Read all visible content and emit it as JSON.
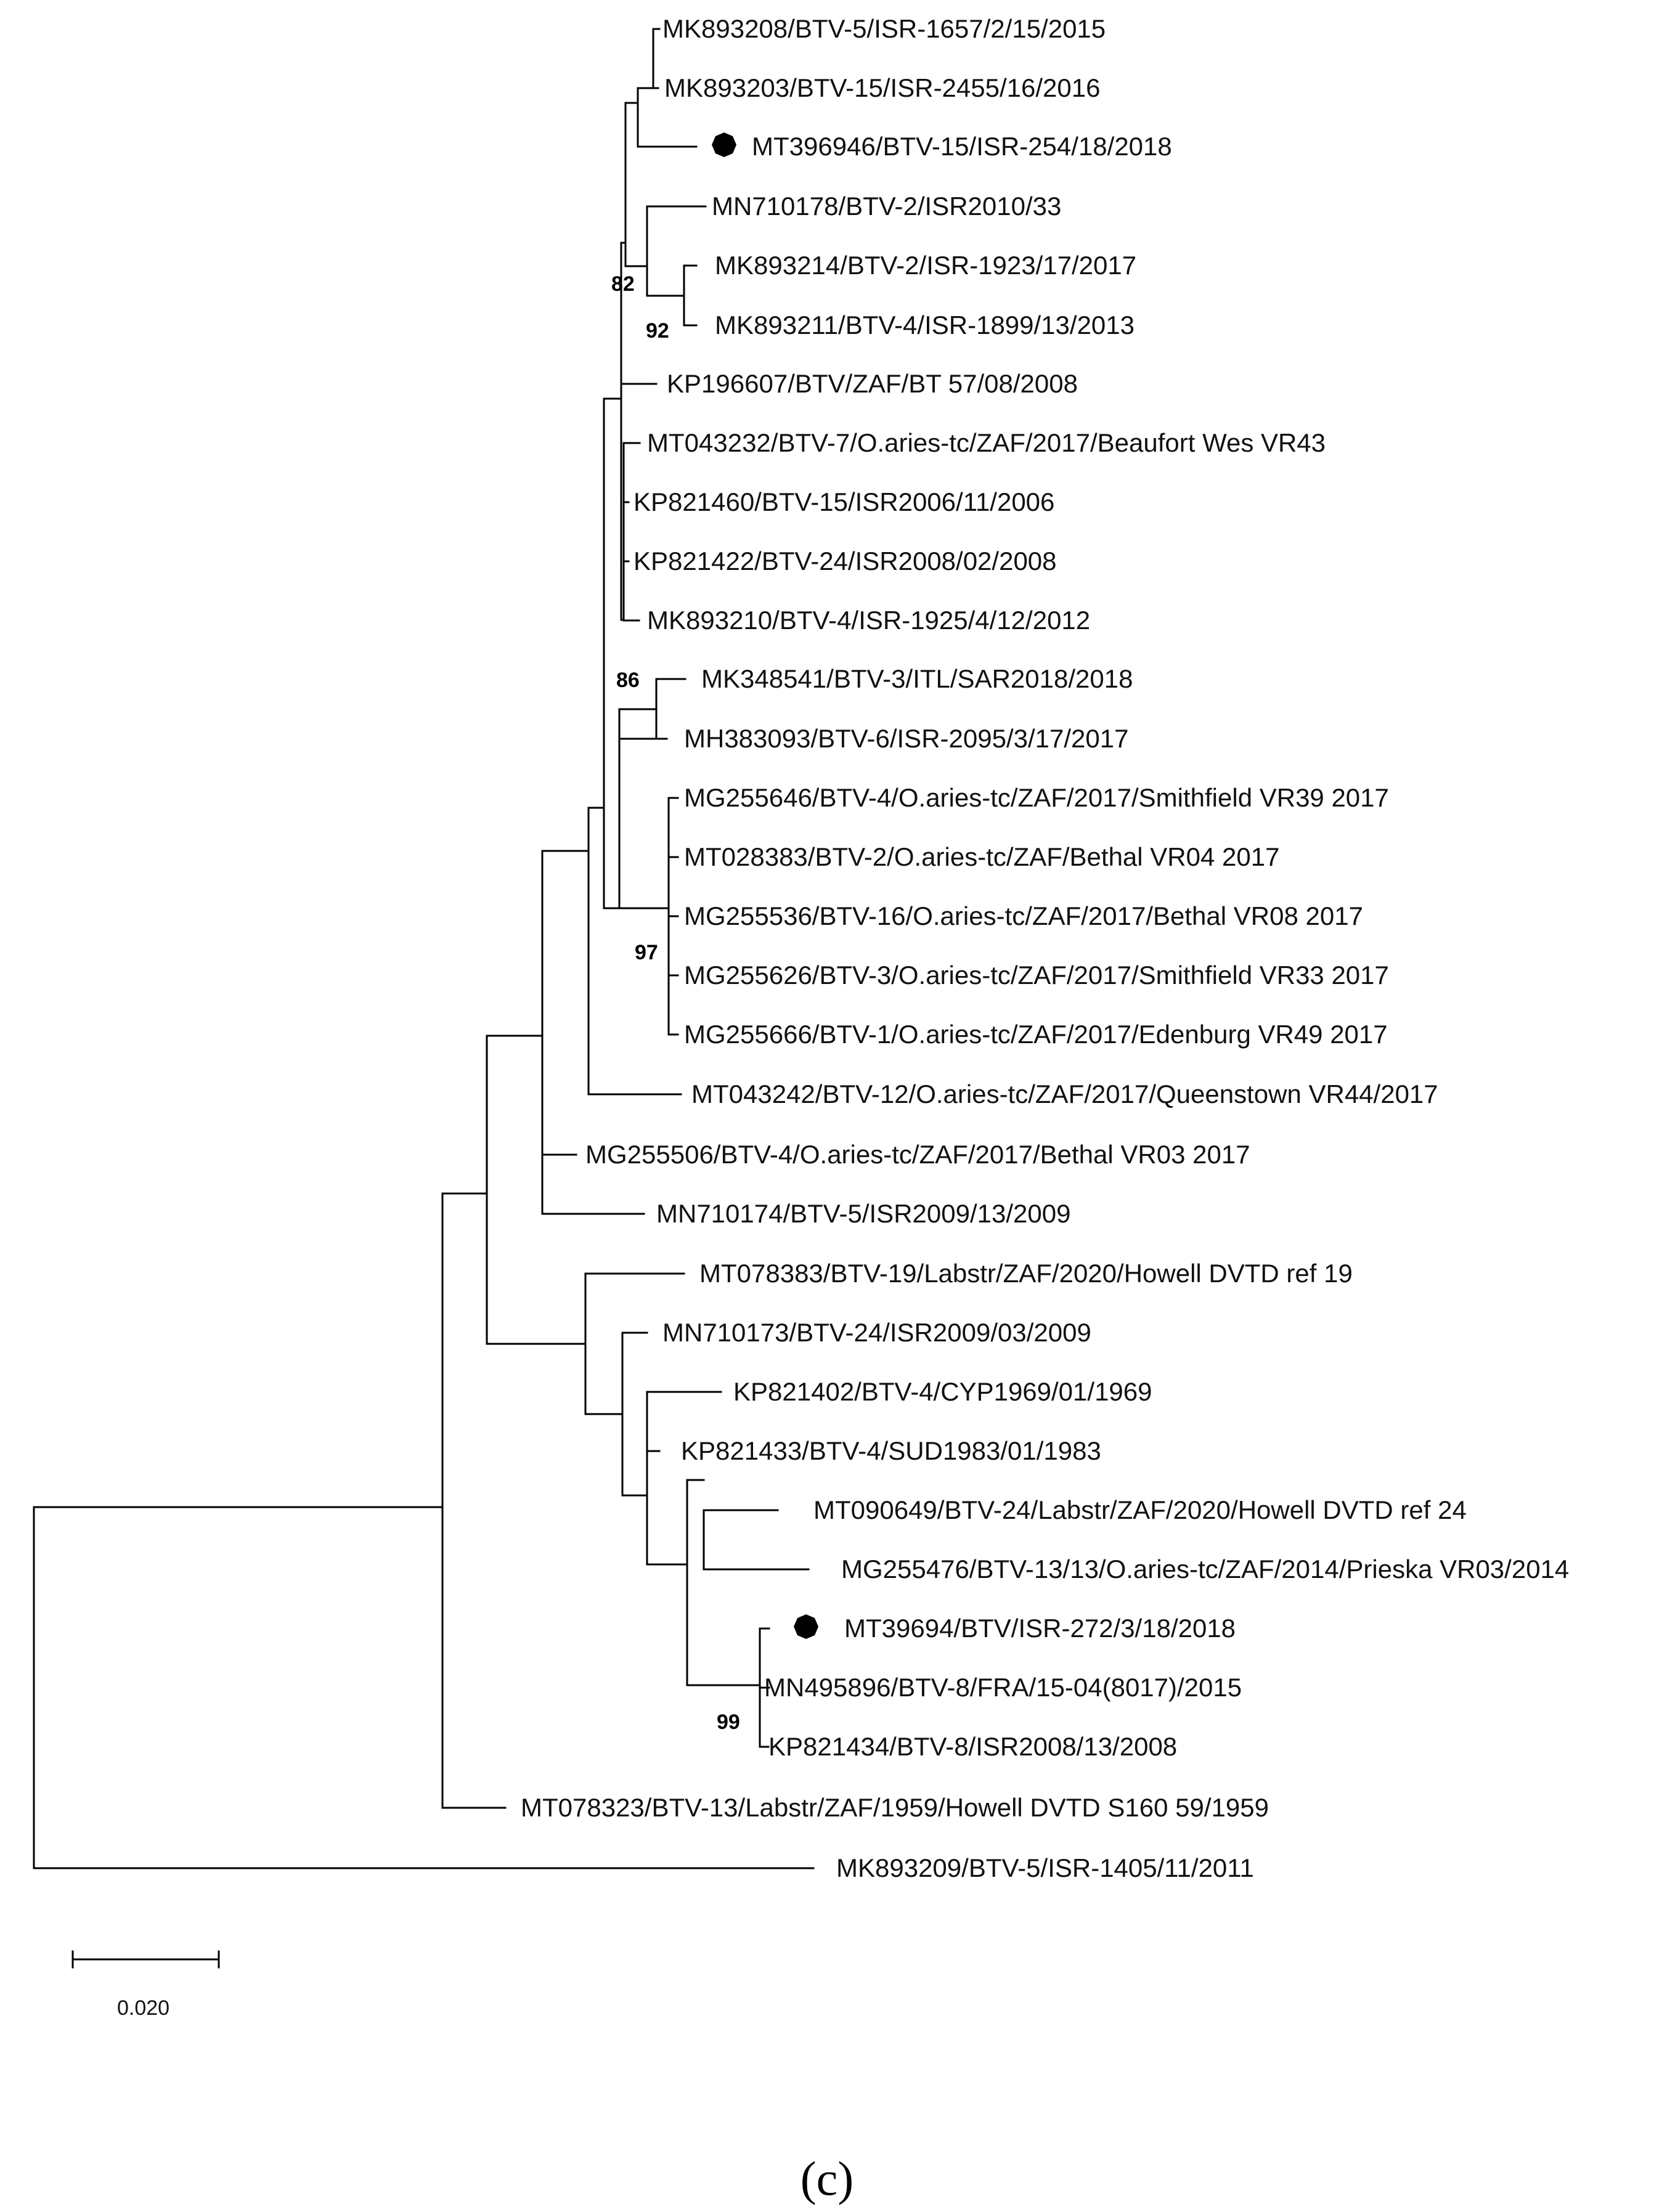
{
  "tree": {
    "leaves": [
      {
        "label": "MK893208/BTV-5/ISR-1657/2/15/2015"
      },
      {
        "label": "MK893203/BTV-15/ISR-2455/16/2016"
      },
      {
        "label": "MT396946/BTV-15/ISR-254/18/2018",
        "marker": "filled-circle"
      },
      {
        "label": "MN710178/BTV-2/ISR2010/33"
      },
      {
        "label": "MK893214/BTV-2/ISR-1923/17/2017"
      },
      {
        "label": "MK893211/BTV-4/ISR-1899/13/2013"
      },
      {
        "label": "KP196607/BTV/ZAF/BT 57/08/2008"
      },
      {
        "label": "MT043232/BTV-7/O.aries-tc/ZAF/2017/Beaufort Wes VR43"
      },
      {
        "label": "KP821460/BTV-15/ISR2006/11/2006"
      },
      {
        "label": "KP821422/BTV-24/ISR2008/02/2008"
      },
      {
        "label": "MK893210/BTV-4/ISR-1925/4/12/2012"
      },
      {
        "label": "MK348541/BTV-3/ITL/SAR2018/2018"
      },
      {
        "label": "MH383093/BTV-6/ISR-2095/3/17/2017"
      },
      {
        "label": "MG255646/BTV-4/O.aries-tc/ZAF/2017/Smithfield VR39 2017"
      },
      {
        "label": "MT028383/BTV-2/O.aries-tc/ZAF/Bethal VR04 2017"
      },
      {
        "label": "MG255536/BTV-16/O.aries-tc/ZAF/2017/Bethal VR08 2017"
      },
      {
        "label": "MG255626/BTV-3/O.aries-tc/ZAF/2017/Smithfield VR33 2017"
      },
      {
        "label": "MG255666/BTV-1/O.aries-tc/ZAF/2017/Edenburg VR49 2017"
      },
      {
        "label": "MT043242/BTV-12/O.aries-tc/ZAF/2017/Queenstown VR44/2017"
      },
      {
        "label": "MG255506/BTV-4/O.aries-tc/ZAF/2017/Bethal VR03 2017"
      },
      {
        "label": "MN710174/BTV-5/ISR2009/13/2009"
      },
      {
        "label": "MT078383/BTV-19/Labstr/ZAF/2020/Howell DVTD ref 19"
      },
      {
        "label": "MN710173/BTV-24/ISR2009/03/2009"
      },
      {
        "label": "KP821402/BTV-4/CYP1969/01/1969"
      },
      {
        "label": "KP821433/BTV-4/SUD1983/01/1983"
      },
      {
        "label": "MT090649/BTV-24/Labstr/ZAF/2020/Howell DVTD ref 24"
      },
      {
        "label": "MG255476/BTV-13/13/O.aries-tc/ZAF/2014/Prieska VR03/2014"
      },
      {
        "label": "MT39694/BTV/ISR-272/3/18/2018",
        "marker": "filled-circle"
      },
      {
        "label": "MN495896/BTV-8/FRA/15-04(8017)/2015"
      },
      {
        "label": "KP821434/BTV-8/ISR2008/13/2008"
      },
      {
        "label": "MT078323/BTV-13/Labstr/ZAF/1959/Howell DVTD S160 59/1959"
      },
      {
        "label": "MK893209/BTV-5/ISR-1405/11/2011"
      }
    ],
    "bootstrap_values": [
      "82",
      "92",
      "86",
      "97",
      "99"
    ],
    "scale_bar": {
      "label": "0.020",
      "value": 0.02
    },
    "panel_label": "(c)",
    "marker_color": "#000000"
  }
}
